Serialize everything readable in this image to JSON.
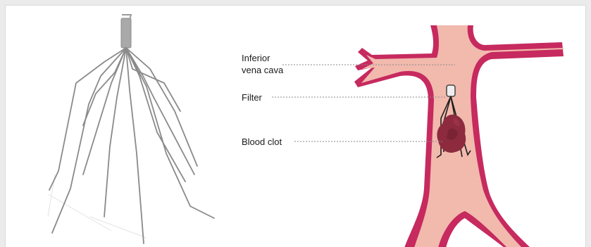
{
  "labels": {
    "ivc_line1": "Inferior",
    "ivc_line2": "vena cava",
    "filter": "Filter",
    "clot": "Blood clot"
  },
  "colors": {
    "vessel_outer": "#c62a5f",
    "vessel_inner": "#f2b9ad",
    "clot": "#8d2a3e",
    "filter_wire": "#7d7d7d",
    "leader_line": "#8a8a8a"
  },
  "icons": {
    "device": "ivc-filter-wire-device",
    "anatomy": "vena-cava-with-filter-and-clot"
  }
}
